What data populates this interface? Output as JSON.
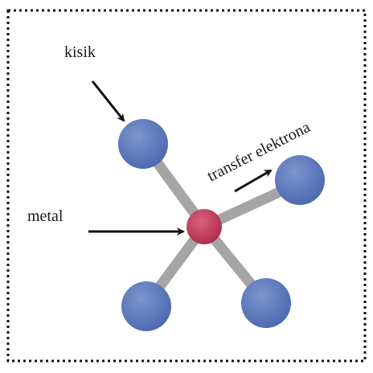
{
  "labels": {
    "lattice": "kisik",
    "metal": "metal",
    "electron_transfer": "transfer elektrona"
  },
  "colors": {
    "lattice_node": "#4e6bb0",
    "lattice_node_light": "#7d95cf",
    "metal_center": "#b12e4b",
    "metal_center_light": "#d9627d",
    "bond": "#a5a5a5",
    "arrow": "#111111",
    "border": "#111111"
  },
  "elements": {
    "lattice_nodes": 4,
    "metal_centers": 1,
    "bonds": 4,
    "arrows": 3
  }
}
